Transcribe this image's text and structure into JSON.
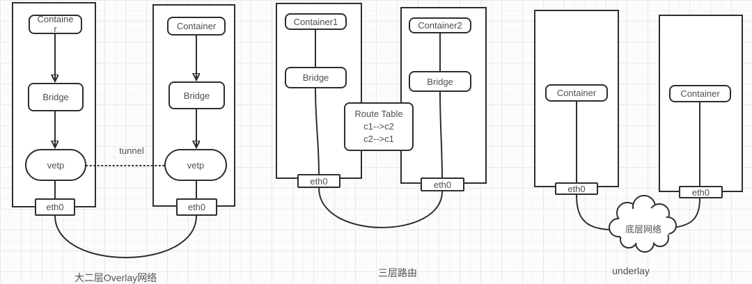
{
  "colors": {
    "line": "#2d2d2d",
    "text": "#4f4f4f",
    "fill": "#ffffff",
    "grid": "#f4f4f4",
    "grid-major": "#e8e8e8",
    "bg": "#fcfcfc"
  },
  "sections": {
    "overlay": {
      "caption": "大二层Overlay网络",
      "tunnel_label": "tunnel",
      "host1": {
        "container": "Container",
        "bridge": "Bridge",
        "vetp": "vetp",
        "eth0": "eth0"
      },
      "host2": {
        "container": "Container",
        "bridge": "Bridge",
        "vetp": "vetp",
        "eth0": "eth0"
      }
    },
    "routing": {
      "caption": "三层路由",
      "host1": {
        "container": "Container1",
        "bridge": "Bridge",
        "eth0": "eth0"
      },
      "host2": {
        "container": "Container2",
        "bridge": "Bridge",
        "eth0": "eth0"
      },
      "route_table": {
        "title": "Route Table",
        "rule1": "c1-->c2",
        "rule2": "c2-->c1"
      }
    },
    "underlay": {
      "caption": "underlay",
      "cloud_label": "底层网络",
      "host1": {
        "container": "Container",
        "eth0": "eth0"
      },
      "host2": {
        "container": "Container",
        "eth0": "eth0"
      }
    }
  }
}
